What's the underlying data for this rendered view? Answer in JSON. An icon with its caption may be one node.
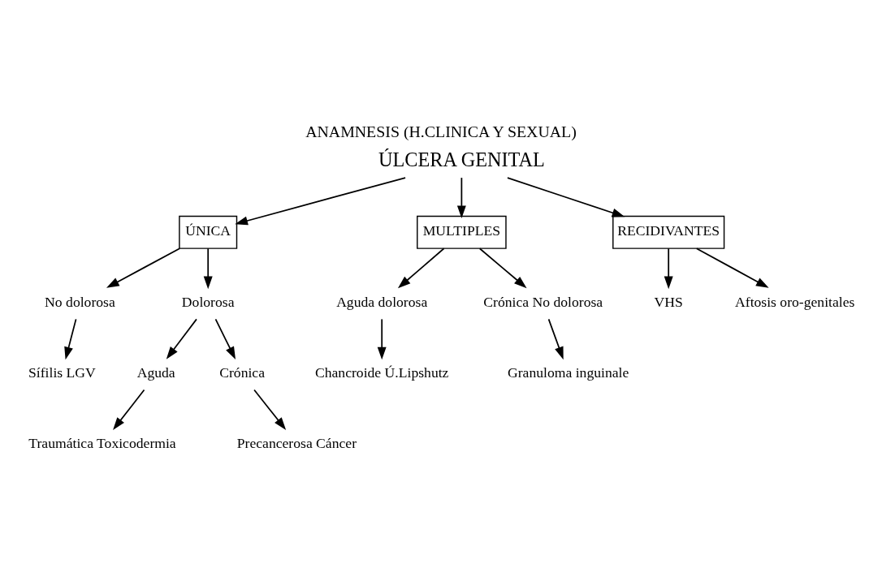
{
  "diagram": {
    "title": "ANAMNESIS (H.CLINICA Y SEXUAL)",
    "nodes": [
      {
        "text": [
          "ÚLCERA GENITAL"
        ]
      },
      {
        "text": [
          "ÚNICA"
        ]
      },
      {
        "text": [
          "MULTIPLES"
        ]
      },
      {
        "text": [
          "RECIDIVANTES"
        ]
      },
      {
        "text": [
          "No dolorosa"
        ]
      },
      {
        "text": [
          "Dolorosa"
        ]
      },
      {
        "text": [
          "Sífilis LGV"
        ]
      },
      {
        "text": [
          "Aguda"
        ]
      },
      {
        "text": [
          "Crónica"
        ]
      },
      {
        "text": [
          "Traumática Toxicodermia"
        ]
      },
      {
        "text": [
          "Precancerosa Cáncer"
        ]
      },
      {
        "text": [
          "Aguda dolorosa"
        ]
      },
      {
        "text": [
          "Crónica No dolorosa"
        ]
      },
      {
        "text": [
          "Chancroide Ú.Lipshutz"
        ]
      },
      {
        "text": [
          "Granuloma inguinale"
        ]
      },
      {
        "text": [
          "VHS"
        ]
      },
      {
        "text": [
          "Aftosis oro-genitales"
        ]
      }
    ],
    "edges": [
      {
        "from": 0,
        "to": 1,
        "arrow": "to"
      },
      {
        "from": 0,
        "to": 2,
        "arrow": "to"
      },
      {
        "from": 0,
        "to": 3,
        "arrow": "to"
      },
      {
        "from": 1,
        "to": 4,
        "arrow": "to"
      },
      {
        "from": 1,
        "to": 5,
        "arrow": "to"
      },
      {
        "from": 4,
        "to": 6,
        "arrow": "to"
      },
      {
        "from": 5,
        "to": 7,
        "arrow": "to"
      },
      {
        "from": 5,
        "to": 8,
        "arrow": "to"
      },
      {
        "from": 7,
        "to": 9,
        "arrow": "to"
      },
      {
        "from": 8,
        "to": 10,
        "arrow": "to"
      },
      {
        "from": 2,
        "to": 11,
        "arrow": "to"
      },
      {
        "from": 2,
        "to": 12,
        "arrow": "to"
      },
      {
        "from": 11,
        "to": 13,
        "arrow": "to"
      },
      {
        "from": 12,
        "to": 14,
        "arrow": "to"
      },
      {
        "from": 3,
        "to": 15,
        "arrow": "to"
      },
      {
        "from": 3,
        "to": 16,
        "arrow": "to"
      }
    ]
  }
}
